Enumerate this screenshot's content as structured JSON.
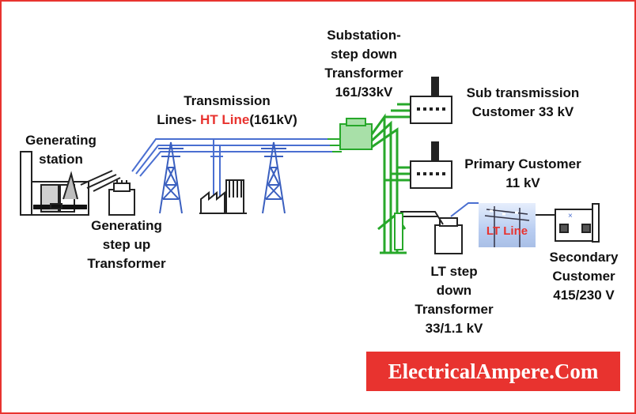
{
  "labels": {
    "generating_station": [
      "Generating",
      "station"
    ],
    "step_up": [
      "Generating",
      "step up",
      "Transformer"
    ],
    "transmission": {
      "line1": "Transmission",
      "prefix": "Lines- ",
      "ht": "HT Line",
      "suffix": "(161kV)"
    },
    "substation": [
      "Substation-",
      "step down",
      "Transformer",
      "161/33kV"
    ],
    "sub_transmission": [
      "Sub transmission",
      "Customer 33 kV"
    ],
    "primary": [
      "Primary Customer",
      "11 kV"
    ],
    "lt_step_down": [
      "LT step",
      "down",
      "Transformer",
      "33/1.1 kV"
    ],
    "secondary": [
      "Secondary",
      "Customer",
      "415/230 V"
    ],
    "lt_line": "LT Line"
  },
  "brand": "ElectricalAmpere.Com",
  "colors": {
    "border": "#e8332f",
    "brand_bg": "#e8332f",
    "ht_line": "#4a6fd1",
    "distribution": "#27a82a",
    "highlight": "#e8332f",
    "structure": "#222222"
  }
}
